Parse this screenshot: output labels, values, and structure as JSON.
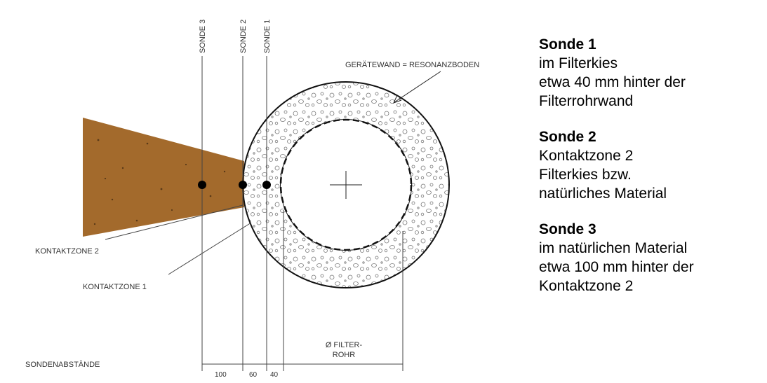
{
  "diagram": {
    "probe_labels": [
      "SONDE 3",
      "SONDE 2",
      "SONDE 1"
    ],
    "wall_label": "GERÄTEWAND = RESONANZBODEN",
    "contact_zone_2": "KONTAKTZONE 2",
    "contact_zone_1": "KONTAKTZONE 1",
    "spacing_label": "SONDENABSTÄNDE",
    "dimensions": [
      "100",
      "60",
      "40"
    ],
    "filter_label_line1": "Ø FILTER-",
    "filter_label_line2": "ROHR",
    "soil_color": "#a36a2c",
    "line_color": "#222222"
  },
  "legend": [
    {
      "title": "Sonde 1",
      "lines": [
        "im Filterkies",
        "etwa 40 mm hinter der",
        "Filterrohrwand"
      ]
    },
    {
      "title": "Sonde 2",
      "lines": [
        "Kontaktzone 2",
        "Filterkies bzw.",
        "natürliches Material"
      ]
    },
    {
      "title": "Sonde 3",
      "lines": [
        "im natürlichen Material",
        "etwa 100 mm hinter der",
        "Kontaktzone 2"
      ]
    }
  ]
}
